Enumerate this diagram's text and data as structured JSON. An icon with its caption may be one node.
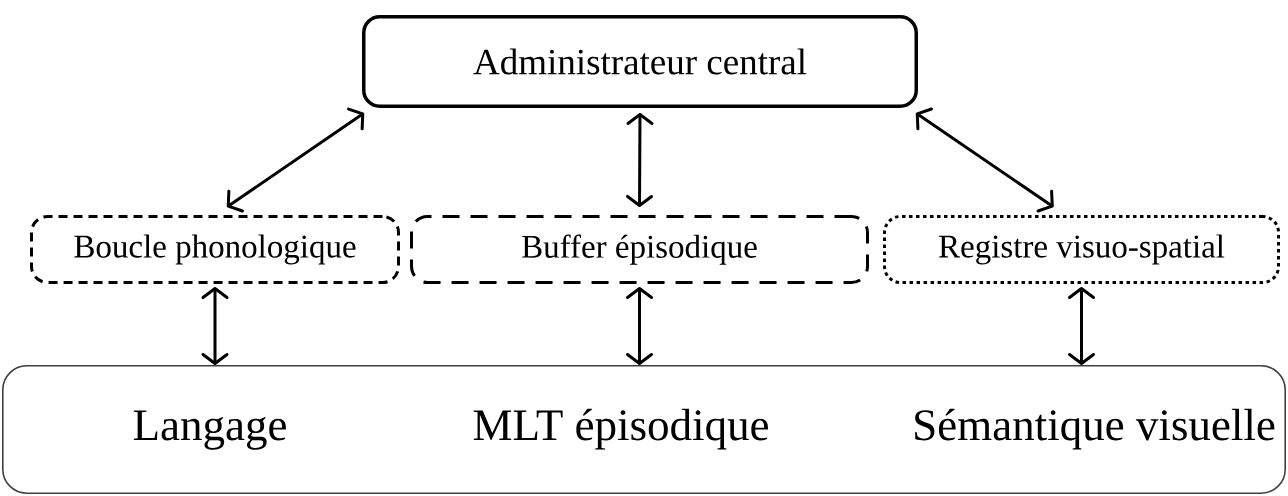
{
  "diagram": {
    "nodes": [
      {
        "text": [
          "Administrateur central"
        ]
      },
      {
        "text": [
          "Boucle phonologique"
        ]
      },
      {
        "text": [
          "Buffer épisodique"
        ]
      },
      {
        "text": [
          "Registre visuo-spatial"
        ]
      },
      {
        "text": [
          "Langage",
          "MLT épisodique",
          "Sémantique visuelle"
        ]
      }
    ],
    "edges": [
      {
        "from": 0,
        "to": 1,
        "arrow": "both"
      },
      {
        "from": 0,
        "to": 2,
        "arrow": "both"
      },
      {
        "from": 0,
        "to": 3,
        "arrow": "both"
      },
      {
        "from": 1,
        "to": 4,
        "arrow": "both"
      },
      {
        "from": 2,
        "to": 4,
        "arrow": "both"
      },
      {
        "from": 3,
        "to": 4,
        "arrow": "both"
      }
    ]
  }
}
